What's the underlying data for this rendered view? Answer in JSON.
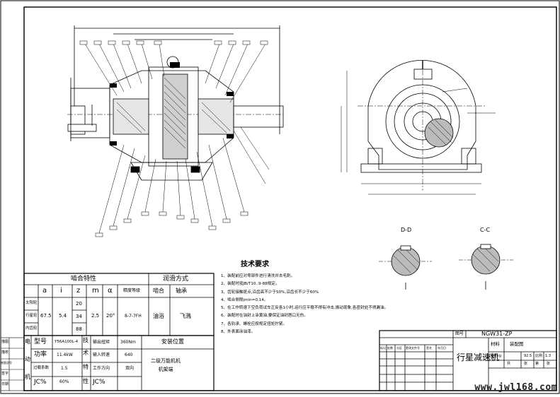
{
  "drawing": {
    "title_block": {
      "drawing_no_label": "图号",
      "drawing_no": "NGW31-ZP",
      "name": "行星减速机",
      "material_label": "材料",
      "material": "装配图",
      "scale_row": [
        "重量kg",
        "92.5",
        "比例",
        "1:3"
      ],
      "sheet_row": [
        "共",
        "张",
        "第",
        "张"
      ],
      "small_row": [
        "标记",
        "处数",
        "分区",
        "更改文件号",
        "签名",
        "年月日"
      ]
    },
    "left_stamp": [
      "描图",
      "描校",
      "底图总号",
      "签字",
      "日期"
    ],
    "sections": {
      "d": "D-D",
      "c": "C-C"
    },
    "tech_requirements": {
      "title": "技术要求",
      "items": [
        "1、装配前应对零部件进行清洗并去毛刺。",
        "2、装配时按JB/T10..9-88规定。",
        "3、齿轮接触斑点,沿齿高不少于50%,沿齿长不少于60%",
        "4、啮合侧隙jmin=0.14。",
        "5、在工作转速下空负荷试车正反各1小时,运行应平稳不得有冲击,振动现象,各密封处不得漏油。",
        "6、装配时在油封上涂黄油,要保证油封唇口无伤。",
        "7、各轨承、螺栓应按规定扭矩拧紧。",
        "8、外表面涂油漆。"
      ]
    },
    "mesh_table": {
      "title": "啮合特性",
      "lube_title": "润滑方式",
      "headers": [
        "a",
        "i",
        "z",
        "m",
        "α",
        "精度等级",
        "啮合",
        "轴承"
      ],
      "row_labels": [
        "太阳轮",
        "行星轮",
        "内齿轮"
      ],
      "a": "67.5",
      "i": "5.4",
      "z": [
        "20",
        "34",
        "88"
      ],
      "m": "2.5",
      "alpha": "20°",
      "precision": "8-7-7FH",
      "mesh_lube": "油浴",
      "bearing_lube": "飞溅"
    },
    "spec_table": {
      "left_col": [
        "电",
        "动",
        "机"
      ],
      "motor_model_label": "型号",
      "motor_model": "Y56A100L-4",
      "power_label": "功率",
      "power": "11.4kW",
      "over_label": "过载系数",
      "over": "1.5",
      "jc_label": "JC%",
      "jc": "60%",
      "mid_col": [
        "技",
        "术",
        "特",
        "性"
      ],
      "out_torque_label": "输出扭矩",
      "out_torque": "360Nm",
      "in_speed_label": "输入转速",
      "in_speed": "640",
      "dir_label": "工作方向",
      "dir": "双向",
      "jc2_label": "JC%",
      "install_label": "安装位置",
      "install": "二级万能机机机架端"
    },
    "watermark": "www.jwl168.com"
  }
}
